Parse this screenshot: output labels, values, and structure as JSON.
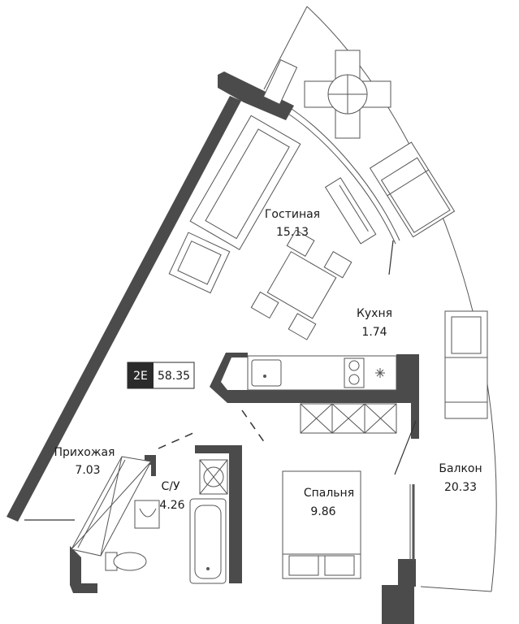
{
  "apartment": {
    "type": "2E",
    "total_area": "58.35"
  },
  "rooms": {
    "living": {
      "name": "Гостиная",
      "area": "15.13"
    },
    "kitchen": {
      "name": "Кухня",
      "area": "1.74"
    },
    "hallway": {
      "name": "Прихожая",
      "area": "7.03"
    },
    "bathroom": {
      "name": "С/У",
      "area": "4.26"
    },
    "bedroom": {
      "name": "Спальня",
      "area": "9.86"
    },
    "balcony": {
      "name": "Балкон",
      "area": "20.33"
    }
  },
  "colors": {
    "wall": "#4b4b4b",
    "line": "#555555",
    "badge_dark": "#2b2b2b",
    "text": "#1a1a1a"
  }
}
